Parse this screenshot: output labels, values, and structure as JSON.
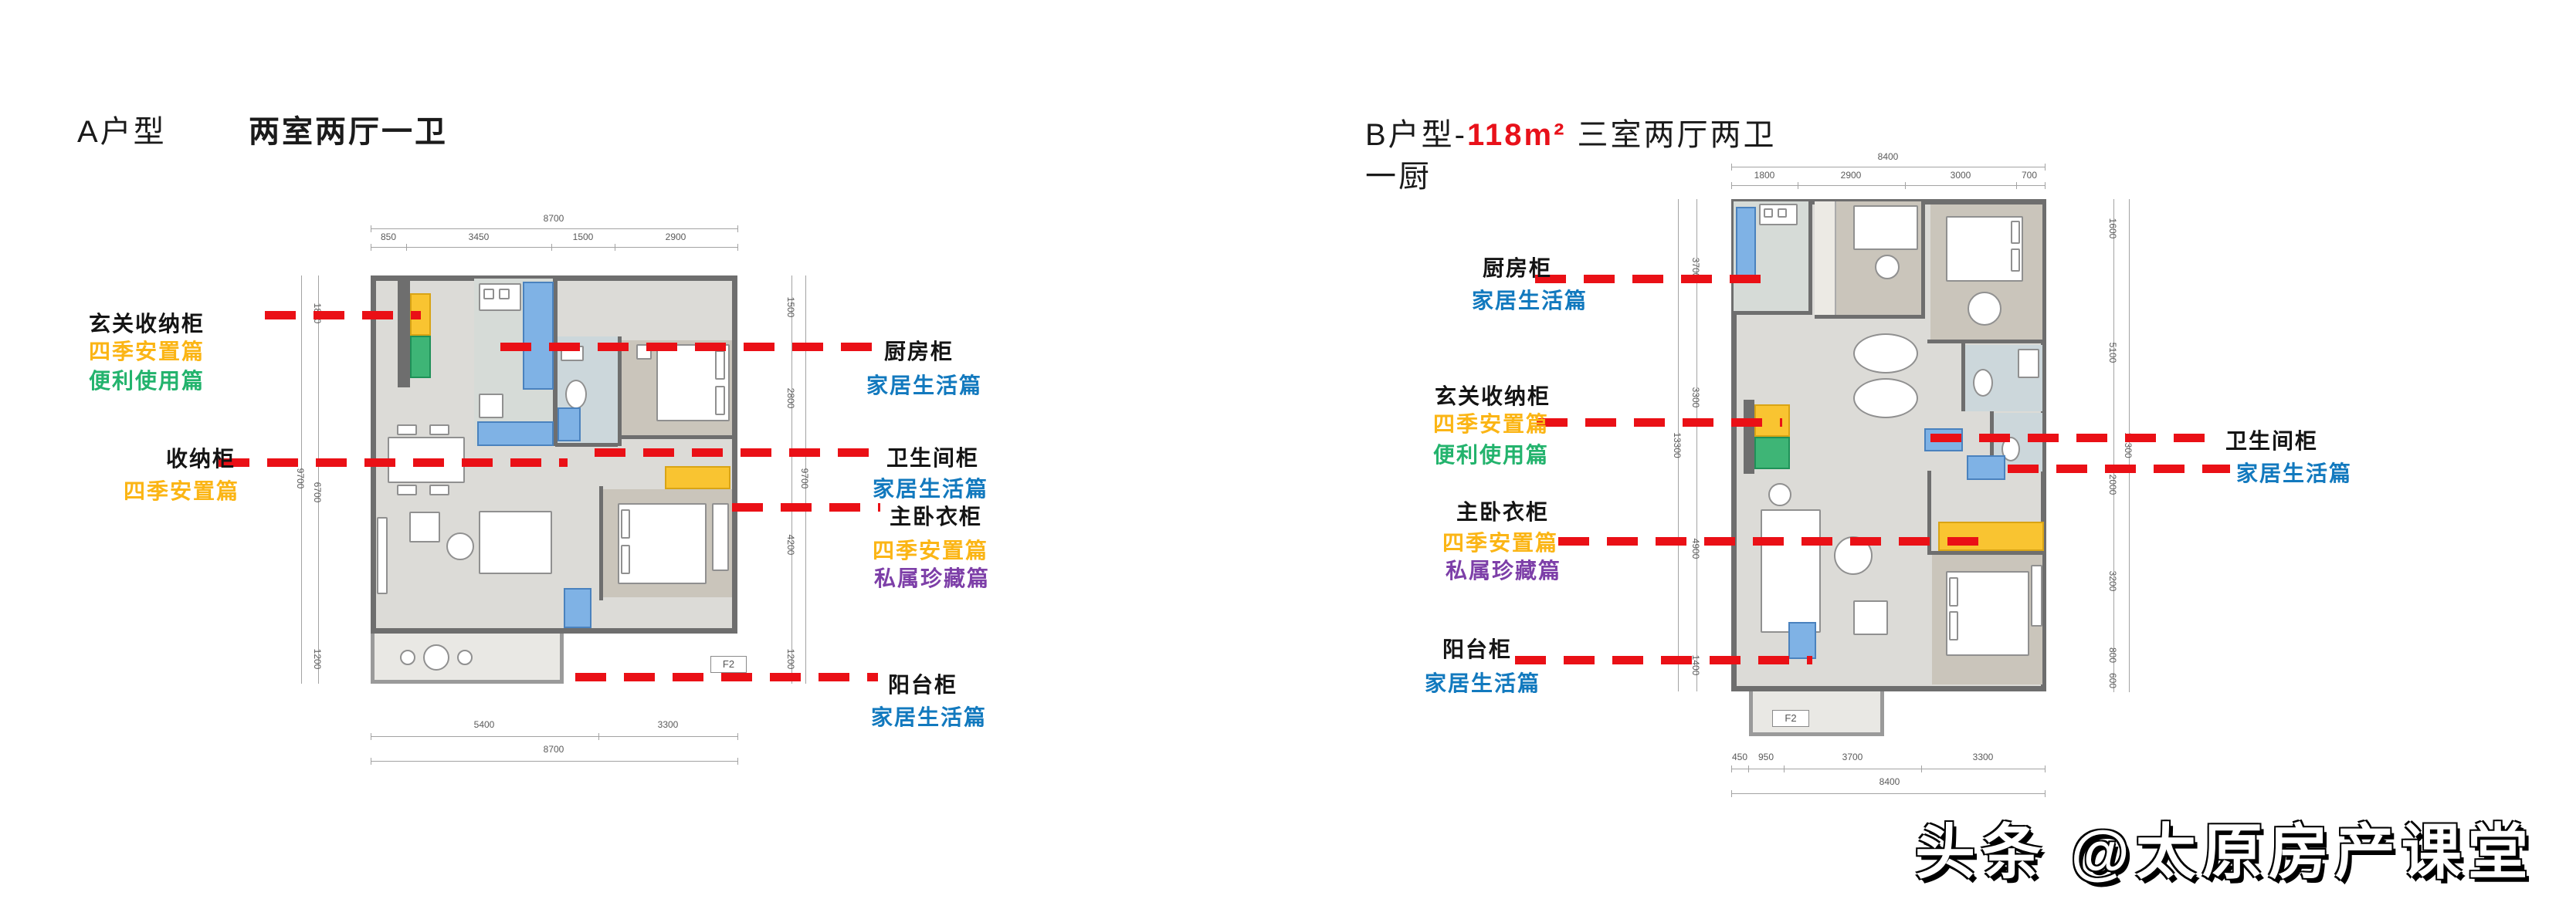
{
  "colors": {
    "accent_red": "#ea1016",
    "tag_yellow": "#fbb515",
    "tag_green": "#23b36d",
    "tag_blue": "#1279be",
    "tag_purple": "#7d3fa8",
    "cabinet_blue": "#7fb2e5",
    "cabinet_yellow": "#f9c431",
    "cabinet_green": "#3eb576",
    "wall_gray": "#6e6e6e",
    "floor_gray": "#dcdbd7",
    "bedroom_beige": "#cac5bb",
    "bath_blue_gray": "#ccd7db"
  },
  "watermark": {
    "text": "头条 @太原房产课堂"
  },
  "plan_a": {
    "title": {
      "prefix": "A户型",
      "name": "两室两厅一卫"
    },
    "floor_label": "F2",
    "dims": {
      "top_total": "8700",
      "top": [
        "850",
        "3450",
        "1500",
        "2900"
      ],
      "bottom": [
        "5400",
        "3300"
      ],
      "bottom_total": "8700",
      "left": [
        "1800",
        "6700",
        "1200"
      ],
      "left_total": "9700",
      "right": [
        "1500",
        "2800",
        "4200",
        "1200"
      ],
      "right_total": "9700"
    },
    "callouts": [
      {
        "name": "玄关收纳柜",
        "tags": [
          {
            "text": "四季安置篇",
            "color": "yellow"
          },
          {
            "text": "便利使用篇",
            "color": "green"
          }
        ]
      },
      {
        "name": "收纳柜",
        "tags": [
          {
            "text": "四季安置篇",
            "color": "yellow"
          }
        ]
      },
      {
        "name": "厨房柜",
        "tags": [
          {
            "text": "家居生活篇",
            "color": "blue"
          }
        ]
      },
      {
        "name": "卫生间柜",
        "tags": [
          {
            "text": "家居生活篇",
            "color": "blue"
          }
        ]
      },
      {
        "name": "主卧衣柜",
        "tags": [
          {
            "text": "四季安置篇",
            "color": "yellow"
          },
          {
            "text": "私属珍藏篇",
            "color": "purple"
          }
        ]
      },
      {
        "name": "阳台柜",
        "tags": [
          {
            "text": "家居生活篇",
            "color": "blue"
          }
        ]
      }
    ]
  },
  "plan_b": {
    "title": {
      "prefix": "B户型-",
      "area": "118m²",
      "suffix": " 三室两厅两卫",
      "line2": "一厨"
    },
    "floor_label": "F2",
    "dims": {
      "top_total": "8400",
      "top": [
        "1800",
        "2900",
        "3000",
        "700"
      ],
      "bottom": [
        "450",
        "950",
        "3700",
        "3300"
      ],
      "bottom_total": "8400",
      "left": [
        "3700",
        "3300",
        "4900",
        "1400"
      ],
      "left_total": "13300",
      "right": [
        "1600",
        "5100",
        "2000",
        "3200",
        "800",
        "600"
      ],
      "right_total": "13300"
    },
    "callouts": [
      {
        "name": "厨房柜",
        "tags": [
          {
            "text": "家居生活篇",
            "color": "blue"
          }
        ]
      },
      {
        "name": "玄关收纳柜",
        "tags": [
          {
            "text": "四季安置篇",
            "color": "yellow"
          },
          {
            "text": "便利使用篇",
            "color": "green"
          }
        ]
      },
      {
        "name": "主卧衣柜",
        "tags": [
          {
            "text": "四季安置篇",
            "color": "yellow"
          },
          {
            "text": "私属珍藏篇",
            "color": "purple"
          }
        ]
      },
      {
        "name": "阳台柜",
        "tags": [
          {
            "text": "家居生活篇",
            "color": "blue"
          }
        ]
      },
      {
        "name": "卫生间柜",
        "tags": [
          {
            "text": "家居生活篇",
            "color": "blue"
          }
        ]
      }
    ]
  }
}
